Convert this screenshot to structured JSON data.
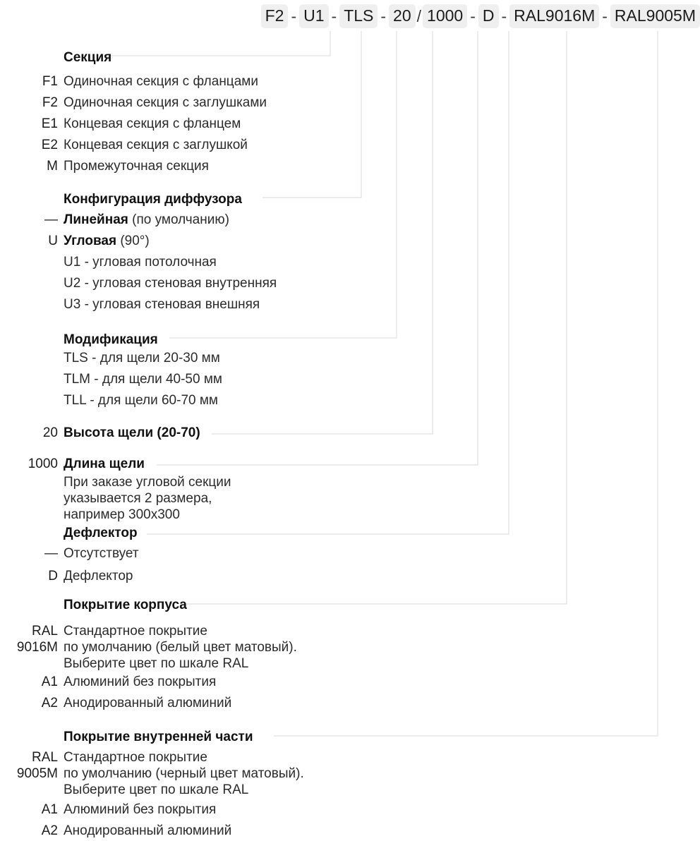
{
  "code_line": {
    "tokens": [
      "F2",
      "U1",
      "TLS",
      "20",
      "1000",
      "D",
      "RAL9016M",
      "RAL9005M"
    ],
    "separator": "-",
    "slash": "/",
    "full_code": "F2 - U1 - TLS - 20 / 1000 - D - RAL9016M - RAL9005M"
  },
  "colors": {
    "token_background": "#efefef",
    "text": "#1c1c1c",
    "wire": "#d8d8d8"
  },
  "sections": [
    {
      "title": "Секция",
      "options": [
        {
          "code": "F1",
          "label": "Одиночная секция с  фланцами"
        },
        {
          "code": "F2",
          "label": "Одиночная секция с заглушками"
        },
        {
          "code": "E1",
          "label": "Концевая секция с фланцем"
        },
        {
          "code": "E2",
          "label": "Концевая секция с заглушкой"
        },
        {
          "code": "M",
          "label": "Промежуточная секция"
        }
      ]
    },
    {
      "title": "Конфигурация диффузора",
      "options": [
        {
          "code": "—",
          "label": "Линейная",
          "note": "(по умолчанию)"
        },
        {
          "code": "U",
          "label": "Угловая",
          "note": "(90°)"
        }
      ],
      "sub_options": [
        "U1 - угловая потолочная",
        "U2 - угловая стеновая внутренняя",
        "U3 - угловая стеновая внешняя"
      ]
    },
    {
      "title": "Модификация",
      "sub_options": [
        "TLS -  для щели 20-30 мм",
        "TLM -  для щели 40-50 мм",
        "TLL -  для щели 60-70 мм"
      ]
    },
    {
      "title": "Высота щели (20-70)",
      "code": "20"
    },
    {
      "title": "Длина щели",
      "code": "1000",
      "note_lines": [
        "При заказе угловой секции",
        "указывается 2 размера,",
        "например 300х300"
      ]
    },
    {
      "title": "Дефлектор",
      "options": [
        {
          "code": "—",
          "label": "Отсутствует"
        },
        {
          "code": "D",
          "label": "Дефлектор"
        }
      ]
    },
    {
      "title": "Покрытие корпуса",
      "options": [
        {
          "code": "RAL",
          "code2": "9016M",
          "lines": [
            "Стандартное покрытие",
            "по умолчанию (белый цвет матовый).",
            "Выберите цвет по шкале RAL"
          ]
        },
        {
          "code": "A1",
          "label": "Алюминий без покрытия"
        },
        {
          "code": "A2",
          "label": "Анодированный алюминий"
        }
      ]
    },
    {
      "title": "Покрытие внутренней части",
      "options": [
        {
          "code": "RAL",
          "code2": "9005M",
          "lines": [
            "Стандартное покрытие",
            "по умолчанию (черный цвет матовый).",
            "Выберите цвет по шкале RAL"
          ]
        },
        {
          "code": "A1",
          "label": "Алюминий без покрытия"
        },
        {
          "code": "A2",
          "label": "Анодированный алюминий"
        }
      ]
    }
  ]
}
